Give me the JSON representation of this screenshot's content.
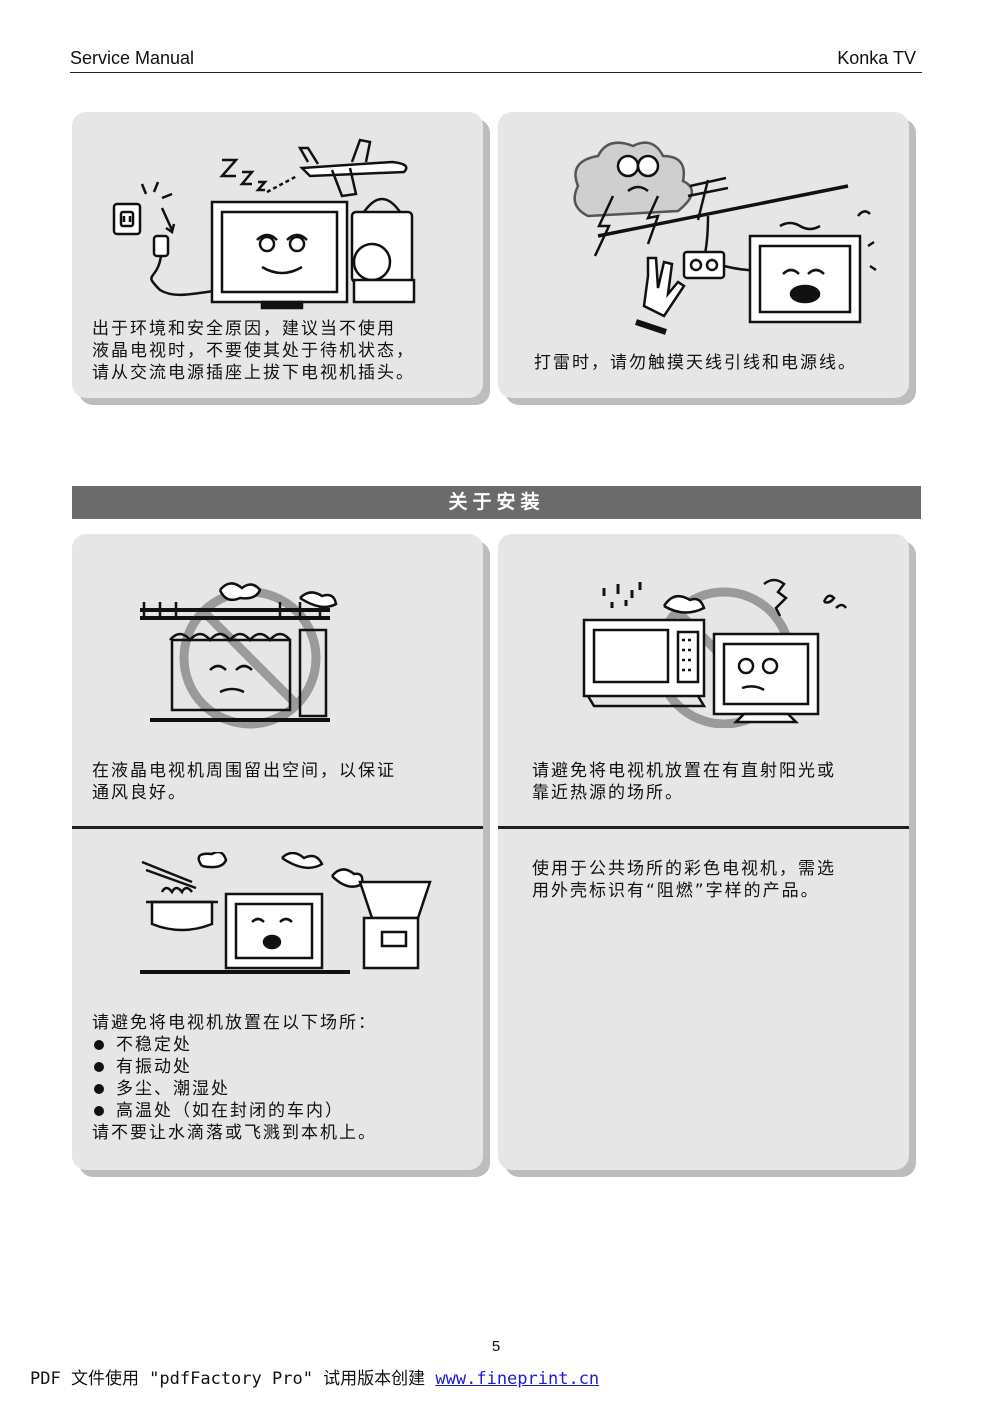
{
  "header": {
    "left": "Service Manual",
    "right": "Konka TV"
  },
  "cards": {
    "unplug": {
      "text": "出于环境和安全原因，建议当不使用\n液晶电视时，不要使其处于待机状态，\n请从交流电源插座上拔下电视机插头。"
    },
    "thunder": {
      "text": "打雷时，请勿触摸天线引线和电源线。"
    },
    "ventilation": {
      "text": "在液晶电视机周围留出空间，以保证\n通风良好。"
    },
    "sunlight": {
      "text": "请避免将电视机放置在有直射阳光或\n靠近热源的场所。"
    },
    "locations": {
      "intro": "请避免将电视机放置在以下场所：",
      "items": [
        "不稳定处",
        "有振动处",
        "多尘、潮湿处",
        "高温处（如在封闭的车内）"
      ],
      "outro": "请不要让水滴落或飞溅到本机上。"
    },
    "public": {
      "text": "使用于公共场所的彩色电视机，需选\n用外壳标识有“阻燃”字样的产品。"
    }
  },
  "section": {
    "title": "关于安装"
  },
  "page_number": "5",
  "footer": {
    "prefix": "PDF 文件使用 \"pdfFactory Pro\" 试用版本创建 ",
    "link": "www.fineprint.cn"
  }
}
